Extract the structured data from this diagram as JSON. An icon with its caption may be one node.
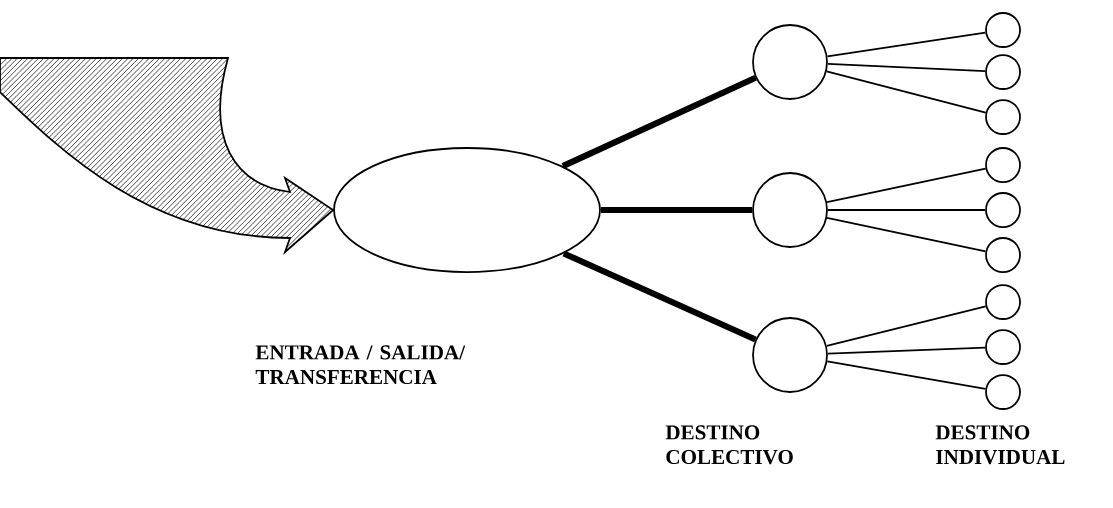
{
  "diagram": {
    "nodes": [
      {
        "text": [],
        "shape": "ellipse"
      },
      {
        "text": [],
        "shape": "circle"
      },
      {
        "text": [],
        "shape": "circle"
      },
      {
        "text": [],
        "shape": "circle"
      },
      {
        "text": [],
        "shape": "circle"
      },
      {
        "text": [],
        "shape": "circle"
      },
      {
        "text": [],
        "shape": "circle"
      },
      {
        "text": [],
        "shape": "circle"
      },
      {
        "text": [],
        "shape": "circle"
      },
      {
        "text": [],
        "shape": "circle"
      },
      {
        "text": [],
        "shape": "circle"
      },
      {
        "text": [],
        "shape": "circle"
      },
      {
        "text": [],
        "shape": "circle"
      }
    ],
    "edges": [
      {
        "from": null,
        "to": 0,
        "arrow": "to",
        "style": "thick"
      },
      {
        "from": 0,
        "to": 1,
        "arrow": "none",
        "style": "thick"
      },
      {
        "from": 0,
        "to": 2,
        "arrow": "none",
        "style": "thick"
      },
      {
        "from": 0,
        "to": 3,
        "arrow": "none",
        "style": "thick"
      },
      {
        "from": 1,
        "to": 4,
        "arrow": "none"
      },
      {
        "from": 1,
        "to": 5,
        "arrow": "none"
      },
      {
        "from": 1,
        "to": 6,
        "arrow": "none"
      },
      {
        "from": 2,
        "to": 7,
        "arrow": "none"
      },
      {
        "from": 2,
        "to": 8,
        "arrow": "none"
      },
      {
        "from": 2,
        "to": 9,
        "arrow": "none"
      },
      {
        "from": 3,
        "to": 10,
        "arrow": "none"
      },
      {
        "from": 3,
        "to": 11,
        "arrow": "none"
      },
      {
        "from": 3,
        "to": 12,
        "arrow": "none"
      }
    ],
    "labels": [
      "ENTRADA / SALIDA/ TRANSFERENCIA",
      "DESTINO COLECTIVO",
      "DESTINO INDIVIDUAL"
    ]
  }
}
